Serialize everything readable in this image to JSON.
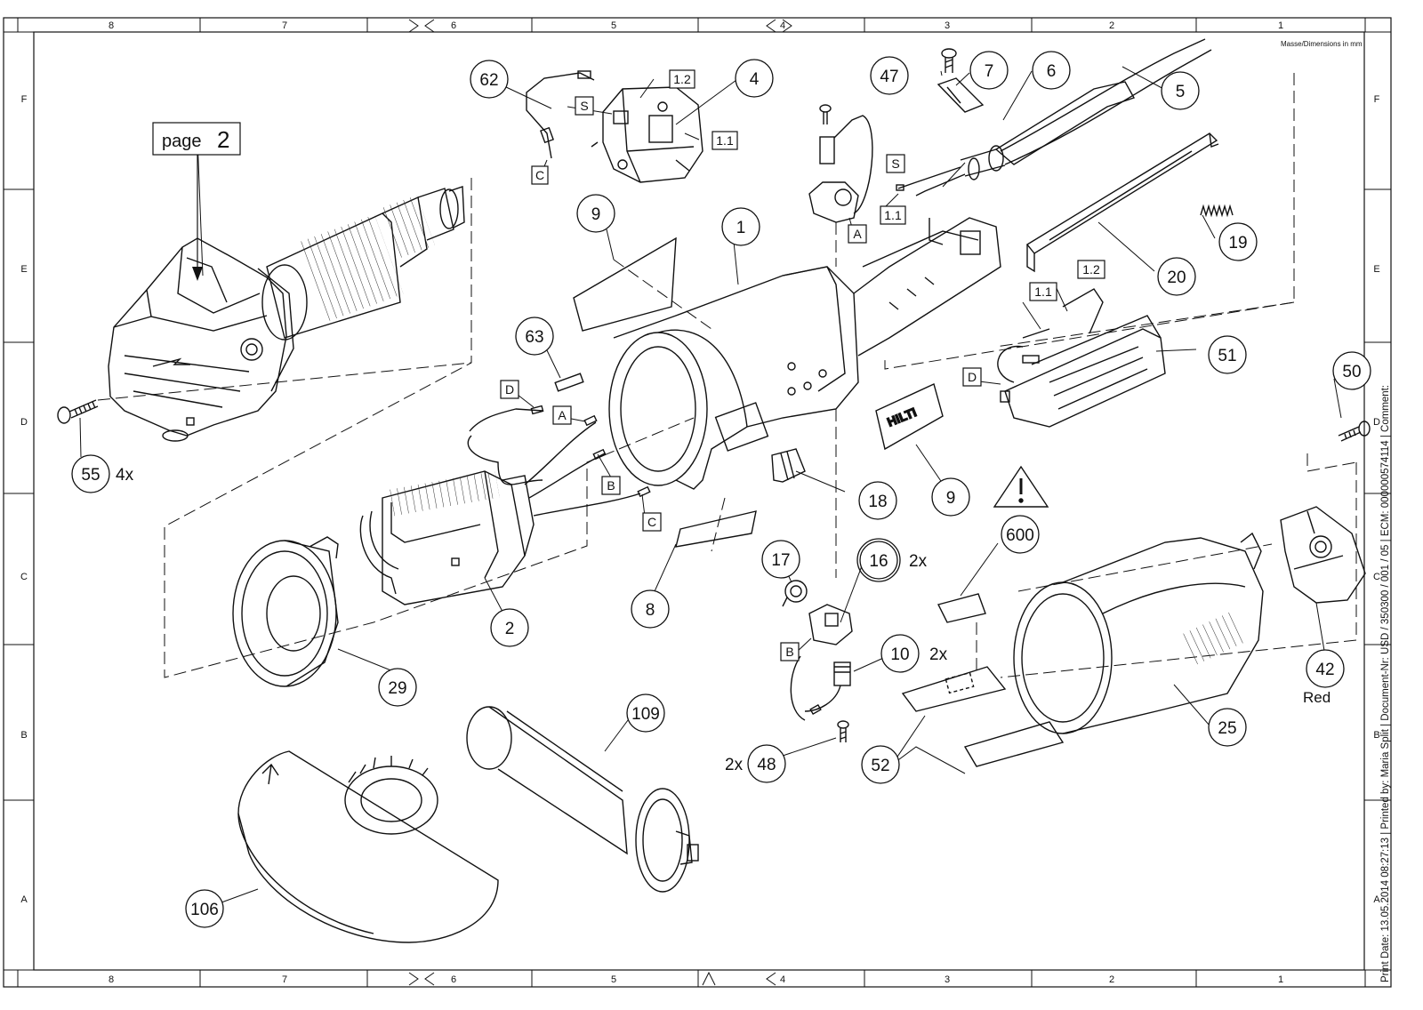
{
  "grid": {
    "columns": [
      "8",
      "7",
      "6",
      "5",
      "4",
      "3",
      "2",
      "1"
    ],
    "rows": [
      "F",
      "E",
      "D",
      "C",
      "B",
      "A"
    ]
  },
  "dimension_note": "Masse/Dimensions in mm",
  "side_note": "Print Date: 13.05.2014 08:27:13 | Printed by: Maria Split | Document-Nr: USD / 350300 / 001 / 05 | ECM: 000000574114 | Comment:",
  "page_ref": {
    "word": "page",
    "number": "2"
  },
  "callouts": [
    {
      "id": "c62",
      "number": "62"
    },
    {
      "id": "c4",
      "number": "4"
    },
    {
      "id": "c47",
      "number": "47"
    },
    {
      "id": "c7",
      "number": "7"
    },
    {
      "id": "c6",
      "number": "6"
    },
    {
      "id": "c5",
      "number": "5"
    },
    {
      "id": "c9a",
      "number": "9"
    },
    {
      "id": "c1",
      "number": "1"
    },
    {
      "id": "c19",
      "number": "19"
    },
    {
      "id": "c20",
      "number": "20"
    },
    {
      "id": "c63",
      "number": "63"
    },
    {
      "id": "c51",
      "number": "51"
    },
    {
      "id": "c50",
      "number": "50"
    },
    {
      "id": "c55",
      "number": "55"
    },
    {
      "id": "c18",
      "number": "18"
    },
    {
      "id": "c9b",
      "number": "9"
    },
    {
      "id": "c600",
      "number": "600"
    },
    {
      "id": "c17",
      "number": "17"
    },
    {
      "id": "c16",
      "number": "16"
    },
    {
      "id": "c2",
      "number": "2"
    },
    {
      "id": "c8",
      "number": "8"
    },
    {
      "id": "c29",
      "number": "29"
    },
    {
      "id": "c10",
      "number": "10"
    },
    {
      "id": "c42",
      "number": "42"
    },
    {
      "id": "c109",
      "number": "109"
    },
    {
      "id": "c25",
      "number": "25"
    },
    {
      "id": "c48",
      "number": "48"
    },
    {
      "id": "c52",
      "number": "52"
    },
    {
      "id": "c106",
      "number": "106"
    }
  ],
  "quantities": [
    {
      "id": "q55",
      "text": "4x"
    },
    {
      "id": "q16",
      "text": "2x"
    },
    {
      "id": "q10",
      "text": "2x"
    },
    {
      "id": "q48",
      "text": "2x"
    }
  ],
  "color_label": "Red",
  "boxed_labels": [
    {
      "id": "b12a",
      "text": "1.2"
    },
    {
      "id": "bSa",
      "text": "S"
    },
    {
      "id": "b11a",
      "text": "1.1"
    },
    {
      "id": "bCa",
      "text": "C"
    },
    {
      "id": "bSb",
      "text": "S"
    },
    {
      "id": "b11b",
      "text": "1.1"
    },
    {
      "id": "bAa",
      "text": "A"
    },
    {
      "id": "b12b",
      "text": "1.2"
    },
    {
      "id": "b11c",
      "text": "1.1"
    },
    {
      "id": "bD",
      "text": "D"
    },
    {
      "id": "bDb",
      "text": "D"
    },
    {
      "id": "bAb",
      "text": "A"
    },
    {
      "id": "bB",
      "text": "B"
    },
    {
      "id": "bCb",
      "text": "C"
    },
    {
      "id": "bBb",
      "text": "B"
    }
  ],
  "brand_mark": "HILTI"
}
